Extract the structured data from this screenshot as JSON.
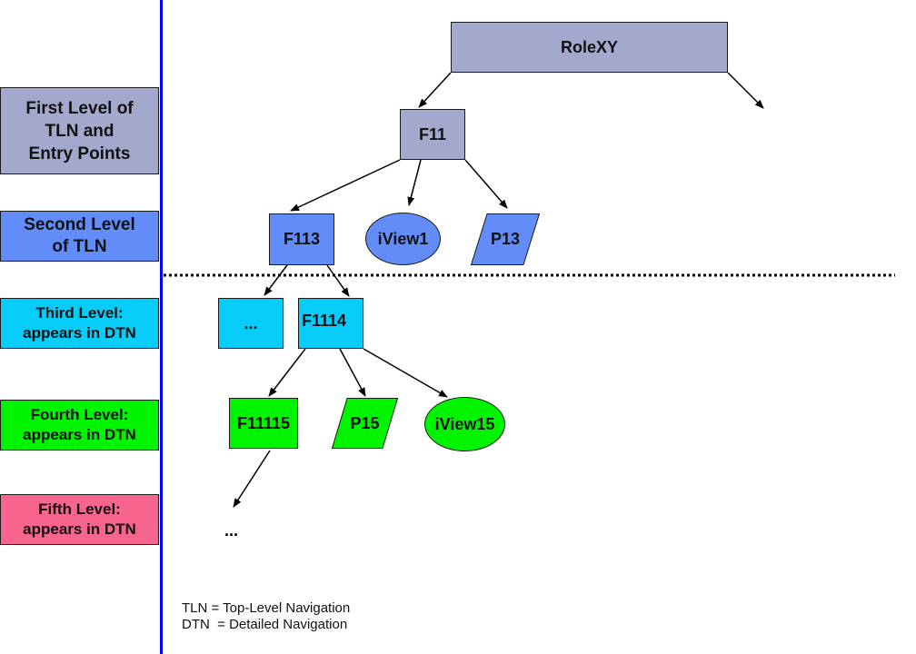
{
  "colors": {
    "level1": "#a3a9cd",
    "level2": "#628cf8",
    "level3": "#05ccf8",
    "level4": "#00f400",
    "level5": "#f7648e",
    "divider_line": "#0000ff"
  },
  "levels": [
    {
      "label": "First Level of\nTLN and\nEntry Points"
    },
    {
      "label": "Second Level\nof TLN"
    },
    {
      "label": "Third Level:\nappears in DTN"
    },
    {
      "label": "Fourth Level:\nappears in DTN"
    },
    {
      "label": "Fifth Level:\nappears in DTN"
    }
  ],
  "nodes": {
    "role": {
      "label": "RoleXY",
      "shape": "rectangle",
      "level": 0
    },
    "f11": {
      "label": "F11",
      "shape": "rectangle",
      "level": 1
    },
    "f113": {
      "label": "F113",
      "shape": "rectangle",
      "level": 2
    },
    "iview1": {
      "label": "iView1",
      "shape": "ellipse",
      "level": 2
    },
    "p13": {
      "label": "P13",
      "shape": "parallelogram",
      "level": 2
    },
    "more3": {
      "label": "...",
      "shape": "rectangle",
      "level": 3
    },
    "f1114": {
      "label": "F1114",
      "shape": "rectangle",
      "level": 3
    },
    "f11115": {
      "label": "F11115",
      "shape": "rectangle",
      "level": 4
    },
    "p15": {
      "label": "P15",
      "shape": "parallelogram",
      "level": 4
    },
    "iview15": {
      "label": "iView15",
      "shape": "ellipse",
      "level": 4
    },
    "more5": {
      "label": "...",
      "shape": "text",
      "level": 5
    }
  },
  "edges": [
    [
      "role",
      "f11"
    ],
    [
      "role",
      "offscreen"
    ],
    [
      "f11",
      "f113"
    ],
    [
      "f11",
      "iview1"
    ],
    [
      "f11",
      "p13"
    ],
    [
      "f113",
      "more3"
    ],
    [
      "f113",
      "f1114"
    ],
    [
      "f1114",
      "f11115"
    ],
    [
      "f1114",
      "p15"
    ],
    [
      "f1114",
      "iview15"
    ],
    [
      "f11115",
      "more5"
    ]
  ],
  "legend": [
    "TLN = Top-Level Navigation",
    "DTN  = Detailed Navigation"
  ]
}
